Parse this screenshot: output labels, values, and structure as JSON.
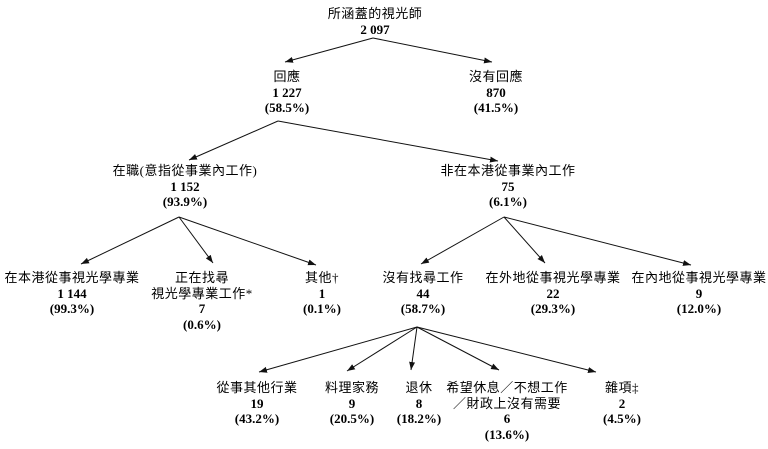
{
  "colors": {
    "background": "#ffffff",
    "text": "#000000",
    "line": "#111111"
  },
  "nodes": {
    "root": {
      "label": "所涵蓋的視光師",
      "count": "2 097"
    },
    "responded": {
      "label": "回應",
      "count": "1 227",
      "pct": "(58.5%)"
    },
    "no_response": {
      "label": "沒有回應",
      "count": "870",
      "pct": "(41.5%)"
    },
    "working": {
      "label": "在職(意指從事業內工作)",
      "count": "1 152",
      "pct": "(93.9%)"
    },
    "not_in_hk_industry": {
      "label": "非在本港從事業內工作",
      "count": "75",
      "pct": "(6.1%)"
    },
    "hk_optometry": {
      "label": "在本港從事視光學專業",
      "count": "1 144",
      "pct": "(99.3%)"
    },
    "seeking_work": {
      "label": "正在找尋",
      "label2": "視光學專業工作*",
      "count": "7",
      "pct": "(0.6%)"
    },
    "other": {
      "label": "其他†",
      "count": "1",
      "pct": "(0.1%)"
    },
    "not_seeking": {
      "label": "沒有找尋工作",
      "count": "44",
      "pct": "(58.7%)"
    },
    "overseas_optometry": {
      "label": "在外地從事視光學專業",
      "count": "22",
      "pct": "(29.3%)"
    },
    "mainland_optometry": {
      "label": "在內地從事視光學專業",
      "count": "9",
      "pct": "(12.0%)"
    },
    "other_industry": {
      "label": "從事其他行業",
      "count": "19",
      "pct": "(43.2%)"
    },
    "housework": {
      "label": "料理家務",
      "count": "9",
      "pct": "(20.5%)"
    },
    "retired": {
      "label": "退休",
      "count": "8",
      "pct": "(18.2%)"
    },
    "rest_no_need": {
      "label": "希望休息／不想工作",
      "label2": "／財政上沒有需要",
      "count": "6",
      "pct": "(13.6%)"
    },
    "miscellaneous": {
      "label": "雜項‡",
      "count": "2",
      "pct": "(4.5%)"
    }
  },
  "hierarchy": {
    "root": [
      "responded",
      "no_response"
    ],
    "responded": [
      "working",
      "not_in_hk_industry"
    ],
    "working": [
      "hk_optometry",
      "seeking_work",
      "other"
    ],
    "not_in_hk_industry": [
      "not_seeking",
      "overseas_optometry",
      "mainland_optometry"
    ],
    "not_seeking": [
      "other_industry",
      "housework",
      "retired",
      "rest_no_need",
      "miscellaneous"
    ]
  }
}
